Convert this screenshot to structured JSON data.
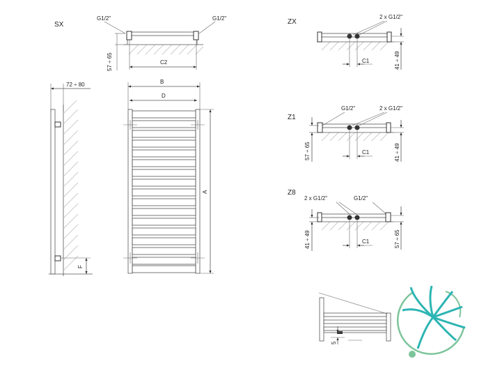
{
  "views": {
    "sx": {
      "name": "SX",
      "connection_left": "G1/2\"",
      "connection_right": "G1/2\"",
      "height_range": "57 ÷ 65",
      "spacing": "C2"
    },
    "side": {
      "wall_distance": "72 ÷ 80",
      "bottom_height": "F"
    },
    "front": {
      "width_b": "B",
      "width_d": "D",
      "height_a": "A"
    },
    "zx": {
      "name": "ZX",
      "connection": "2 x G1/2\"",
      "spacing": "C1",
      "height_range": "41 ÷ 49"
    },
    "z1": {
      "name": "Z1",
      "connection_left": "G1/2\"",
      "connection_right": "2 x G1/2\"",
      "height_left": "57 ÷ 65",
      "height_right": "41 ÷ 49",
      "spacing": "C1"
    },
    "z8": {
      "name": "Z8",
      "connection_left": "2 x G1/2\"",
      "connection_right": "G1/2\"",
      "height_left": "41 ÷ 49",
      "height_right": "57 ÷ 65",
      "spacing": "C1"
    },
    "detail": {
      "dimension": "5"
    }
  },
  "colors": {
    "line": "#555555",
    "hatch": "#b8b8b8",
    "logo_teal": "#2cb5b3",
    "logo_green": "#7cc49a"
  },
  "logo": {
    "icon": "fern-spiral-logo"
  }
}
